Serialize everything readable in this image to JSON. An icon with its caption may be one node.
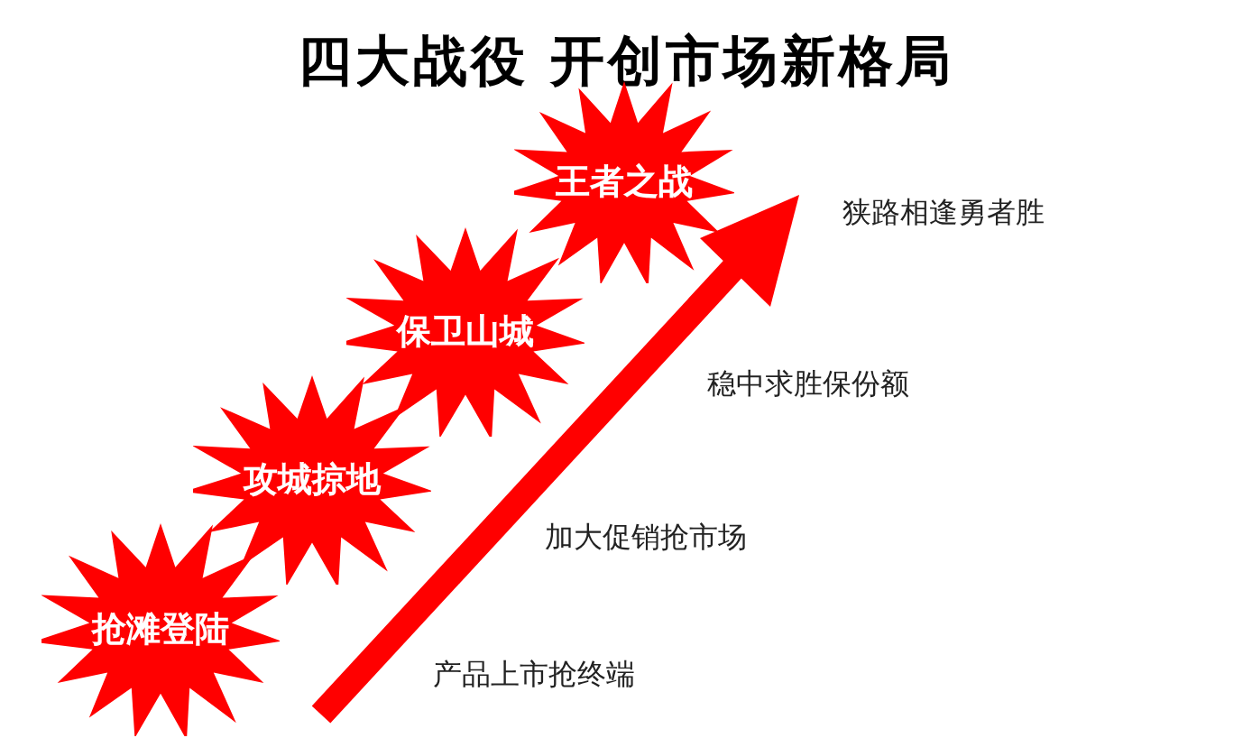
{
  "diagram": {
    "title": "四大战役 开创市场新格局",
    "nodes": [
      {
        "text": [
          "抢滩登陆"
        ]
      },
      {
        "text": [
          "攻城掠地"
        ]
      },
      {
        "text": [
          "保卫山城"
        ]
      },
      {
        "text": [
          "王者之战"
        ]
      }
    ],
    "edges": [],
    "labels": [
      "狭路相逢勇者胜",
      "稳中求胜保份额",
      "加大促销抢市场",
      "产品上市抢终端"
    ]
  }
}
